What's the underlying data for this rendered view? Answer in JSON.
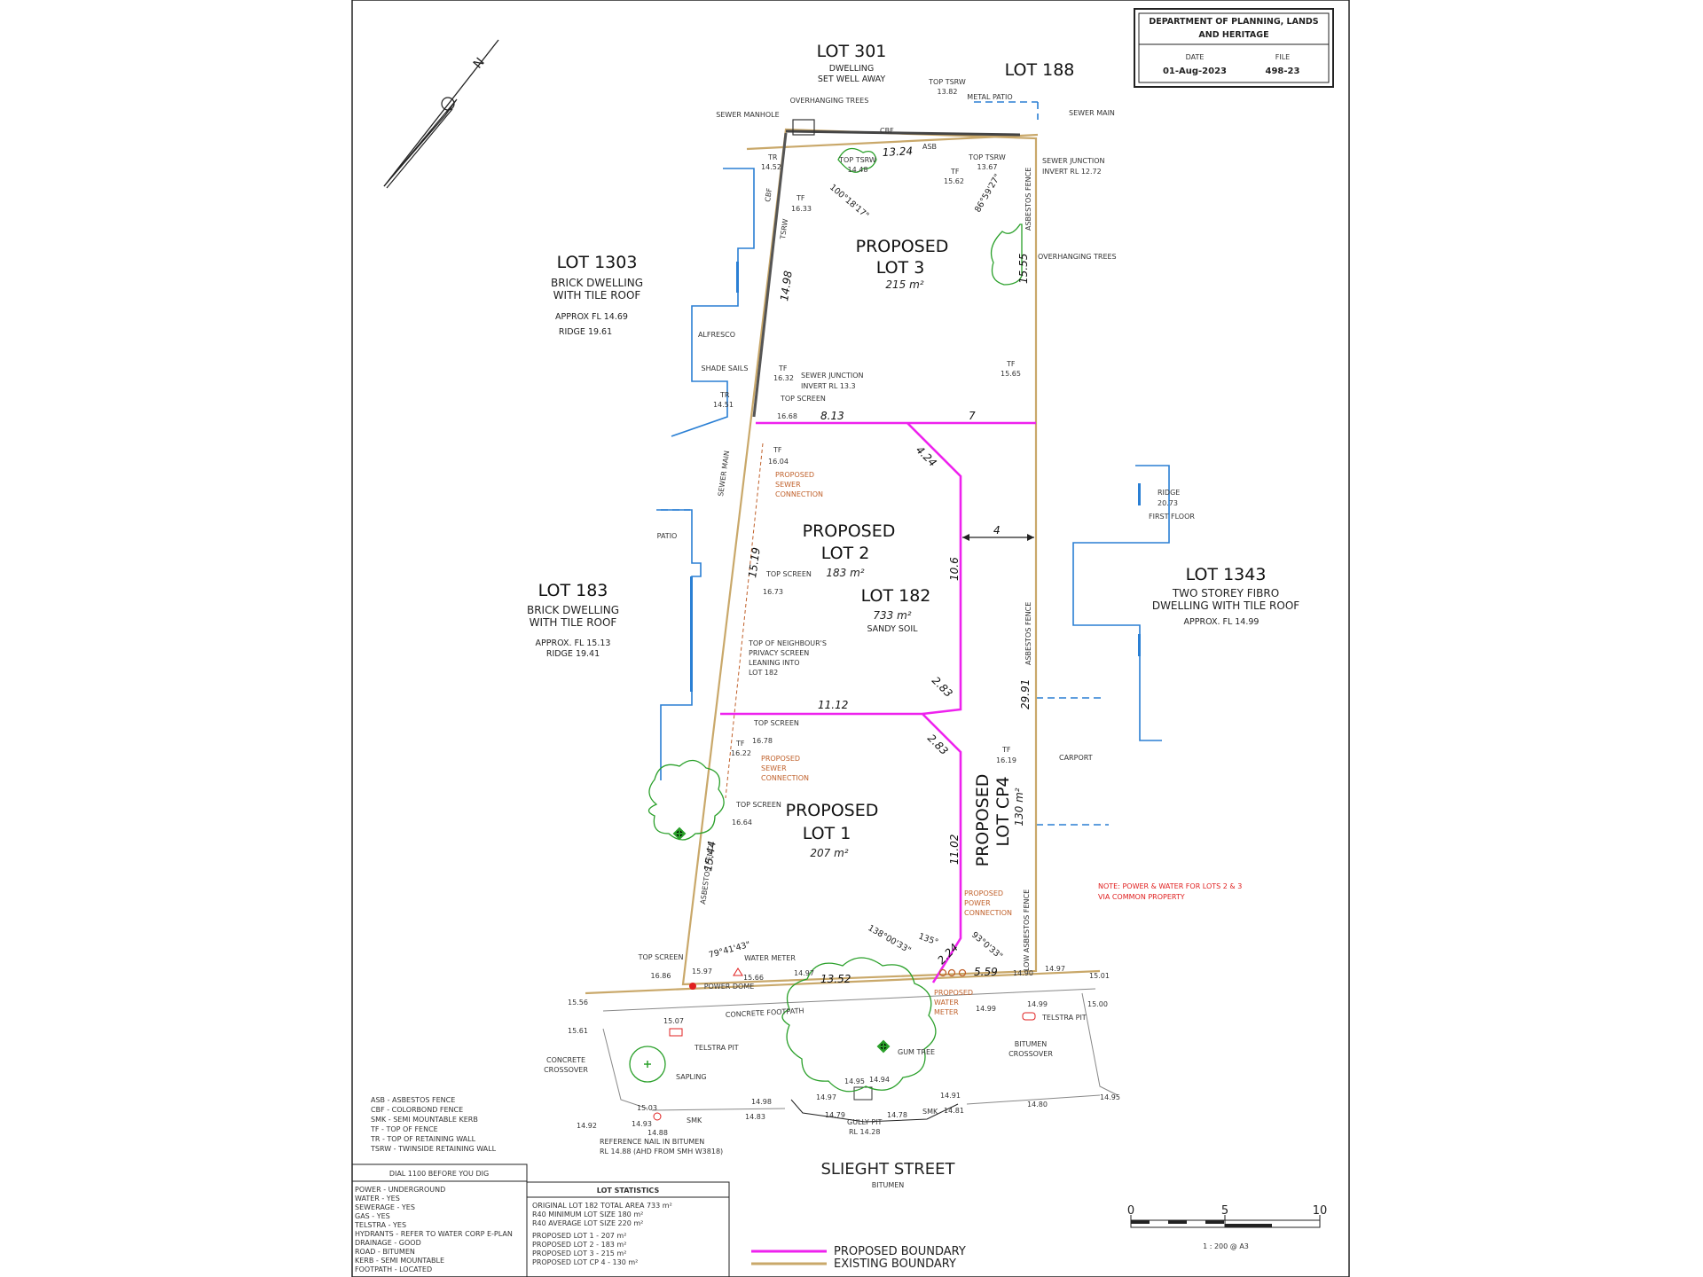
{
  "title_block": {
    "department": "DEPARTMENT OF PLANNING, LANDS AND HERITAGE",
    "date_label": "DATE",
    "date_value": "01-Aug-2023",
    "file_label": "FILE",
    "file_value": "498-23"
  },
  "north_label": "N",
  "lots": {
    "lot301": {
      "title": "LOT 301",
      "l1": "DWELLING",
      "l2": "SET WELL AWAY"
    },
    "lot188": {
      "title": "LOT 188"
    },
    "lot1303": {
      "title": "LOT 1303",
      "l1": "BRICK DWELLING",
      "l2": "WITH TILE ROOF",
      "l3": "APPROX FL 14.69",
      "l4": "RIDGE 19.61"
    },
    "lot183": {
      "title": "LOT 183",
      "l1": "BRICK DWELLING",
      "l2": "WITH TILE ROOF",
      "l3": "APPROX. FL 15.13",
      "l4": "RIDGE 19.41"
    },
    "lot1343": {
      "title": "LOT 1343",
      "l1": "TWO STOREY FIBRO",
      "l2": "DWELLING WITH TILE ROOF",
      "l3": "APPROX. FL 14.99"
    },
    "lot182": {
      "title": "LOT 182",
      "area": "733 m²",
      "soil": "SANDY SOIL"
    },
    "p3": {
      "l1": "PROPOSED",
      "l2": "LOT 3",
      "area": "215 m²"
    },
    "p2": {
      "l1": "PROPOSED",
      "l2": "LOT 2",
      "area": "183 m²"
    },
    "p1": {
      "l1": "PROPOSED",
      "l2": "LOT 1",
      "area": "207 m²"
    },
    "cp4": {
      "l1": "PROPOSED",
      "l2": "LOT CP4",
      "area": "130 m²"
    }
  },
  "dims": {
    "d1324": "13.24",
    "d1498": "14.98",
    "d1555": "15.55",
    "d813": "8.13",
    "d7": "7",
    "d424": "4.24",
    "d4": "4",
    "d106": "10.6",
    "d1112": "11.12",
    "d283a": "2.83",
    "d283b": "2.83",
    "d1102": "11.02",
    "d2991": "29.91",
    "d1352": "13.52",
    "d559": "5.59",
    "d224": "2.24",
    "d1519": "15.19",
    "d1544": "15.44",
    "a1": "100°18'17\"",
    "a2": "86°59'27\"",
    "a3": "79°41'43\"",
    "a4": "138°00'33\"",
    "a5": "135°",
    "a6": "93°0'33\""
  },
  "labels": {
    "sewer_manhole": "SEWER MANHOLE",
    "overhanging_top": "OVERHANGING TREES",
    "top_tsrw1": "TOP TSRW",
    "top_tsrw1_v": "13.82",
    "metal_patio": "METAL PATIO",
    "sewer_main_top": "SEWER MAIN",
    "cbf": "CBF",
    "asb": "ASB",
    "tr1": "TR",
    "tr1_v": "14.52",
    "top_tsrw2": "TOP TSRW",
    "top_tsrw2_v": "14.48",
    "tf_top": "TF",
    "tf_top_v": "15.62",
    "top_tsrw3": "TOP TSRW",
    "top_tsrw3_v": "13.67",
    "sewer_junction1": "SEWER JUNCTION",
    "invert1": "INVERT RL 12.72",
    "tf2": "TF",
    "tf2_v": "16.33",
    "tsrw_side": "TSRW",
    "cbf_side": "CBF",
    "overhanging_right": "OVERHANGING TREES",
    "asb_fence_right": "ASBESTOS FENCE",
    "alfresco": "ALFRESCO",
    "shade_sails": "SHADE SAILS",
    "tf3": "TF",
    "tf3_v": "16.32",
    "sewer_junction2": "SEWER JUNCTION",
    "invert2": "INVERT RL 13.3",
    "tr2": "TR",
    "tr2_v": "14.51",
    "top_screen1": "TOP SCREEN",
    "top_screen1_v": "16.68",
    "tf4": "TF",
    "tf4_v": "15.65",
    "tf5": "TF",
    "tf5_v": "16.04",
    "prop_sewer1a": "PROPOSED",
    "prop_sewer1b": "SEWER",
    "prop_sewer1c": "CONNECTION",
    "sewer_main_side": "SEWER MAIN",
    "patio": "PATIO",
    "ridge_r": "RIDGE",
    "ridge_r_v": "20.73",
    "first_floor": "FIRST FLOOR",
    "top_screen2": "TOP SCREEN",
    "top_screen2_v": "16.73",
    "privacy1": "TOP OF NEIGHBOUR'S",
    "privacy2": "PRIVACY SCREEN",
    "privacy3": "LEANING INTO",
    "privacy4": "LOT 182",
    "asb_fence_right2": "ASBESTOS FENCE",
    "top_screen3": "TOP SCREEN",
    "top_screen3_v": "16.78",
    "tf6": "TF",
    "tf6_v": "16.22",
    "prop_sewer2a": "PROPOSED",
    "prop_sewer2b": "SEWER",
    "prop_sewer2c": "CONNECTION",
    "carport": "CARPORT",
    "tf7": "TF",
    "tf7_v": "16.19",
    "top_screen4": "TOP SCREEN",
    "top_screen4_v": "16.64",
    "asb_fence_left": "ASBESTOS FENCE",
    "note1": "NOTE: POWER & WATER FOR LOTS 2 & 3",
    "note2": "VIA COMMON PROPERTY",
    "prop_power_a": "PROPOSED",
    "prop_power_b": "POWER",
    "prop_power_c": "CONNECTION",
    "low_asb": "LOW ASBESTOS FENCE",
    "top_screen5": "TOP SCREEN",
    "top_screen5_v": "16.86",
    "water_meter": "WATER METER",
    "power_dome": "POWER DOME",
    "prop_water_a": "PROPOSED",
    "prop_water_b": "WATER",
    "prop_water_c": "METER",
    "concrete_footpath": "CONCRETE FOOTPATH",
    "telstra_pit1": "TELSTRA PIT",
    "telstra_pit2": "TELSTRA PIT",
    "gum_tree": "GUM TREE",
    "bitumen_crossover1": "BITUMEN",
    "bitumen_crossover2": "CROSSOVER",
    "concrete_crossover1": "CONCRETE",
    "concrete_crossover2": "CROSSOVER",
    "sapling": "SAPLING",
    "smk1": "SMK",
    "smk2": "SMK",
    "gully_pit": "GULLY PIT",
    "gully_rl": "RL 14.28",
    "ref_nail": "REFERENCE NAIL IN BITUMEN",
    "ref_rl": "RL 14.88 (AHD FROM SMH W3818)",
    "street": "SLIEGHT STREET",
    "street_sub": "BITUMEN",
    "levels": [
      "15.56",
      "15.07",
      "15.61",
      "15.03",
      "14.92",
      "14.93",
      "14.88",
      "14.98",
      "14.83",
      "14.95",
      "14.94",
      "14.97",
      "14.79",
      "14.78",
      "14.91",
      "14.81",
      "14.80",
      "14.95",
      "14.99",
      "15.00",
      "15.01",
      "14.97",
      "14.90",
      "14.97",
      "15.66",
      "15.97",
      "14.99"
    ]
  },
  "legend_abbrev": [
    "ASB - ASBESTOS FENCE",
    "CBF - COLORBOND FENCE",
    "SMK - SEMI MOUNTABLE KERB",
    "TF - TOP OF FENCE",
    "TR - TOP OF RETAINING WALL",
    "TSRW - TWINSIDE RETAINING WALL"
  ],
  "services": {
    "header": "DIAL 1100 BEFORE YOU DIG",
    "items": [
      "POWER - UNDERGROUND",
      "WATER - YES",
      "SEWERAGE - YES",
      "GAS - YES",
      "TELSTRA - YES",
      "HYDRANTS - REFER TO WATER CORP E-PLAN",
      "DRAINAGE - GOOD",
      "ROAD - BITUMEN",
      "KERB - SEMI MOUNTABLE",
      "FOOTPATH - LOCATED"
    ]
  },
  "lot_stats": {
    "header": "LOT STATISTICS",
    "items": [
      "ORIGINAL LOT 182 TOTAL AREA 733 m²",
      "R40 MINIMUM LOT SIZE 180 m²",
      "R40 AVERAGE LOT SIZE 220 m²",
      "PROPOSED LOT 1 - 207 m²",
      "PROPOSED LOT 2 - 183 m²",
      "PROPOSED LOT 3 - 215 m²",
      "PROPOSED LOT CP 4 - 130 m²"
    ]
  },
  "boundary_legend": {
    "proposed": "PROPOSED BOUNDARY",
    "existing": "EXISTING BOUNDARY"
  },
  "scale": {
    "t0": "0",
    "t5": "5",
    "t10": "10",
    "ratio": "1 : 200 @ A3"
  },
  "colors": {
    "proposed": "#ee22ee",
    "existing": "#c9a86a",
    "neighbour": "#2a7fd4",
    "trees": "#2aa02a",
    "notes": "#e02020",
    "services_text": "#c0602a"
  }
}
